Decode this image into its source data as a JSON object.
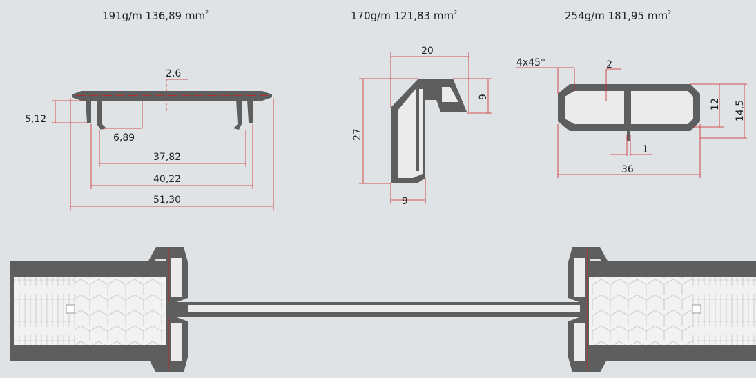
{
  "colors": {
    "background": "#dfe3e6",
    "profile": "#5e5e5e",
    "profile_light": "#ebebeb",
    "dimension": "#cc2222",
    "text": "#222222"
  },
  "profiles": [
    {
      "weight": "191g/m",
      "area_value": "136,89 mm",
      "area_sup": "2"
    },
    {
      "weight": "170g/m",
      "area_value": "121,83 mm",
      "area_sup": "2"
    },
    {
      "weight": "254g/m",
      "area_value": "181,95 mm",
      "area_sup": "2"
    }
  ],
  "dimensions": {
    "clip": {
      "thickness": "2,6",
      "height": "5,12",
      "inset": "6,89",
      "inner": "37,82",
      "middle": "40,22",
      "overall": "51,30"
    },
    "angle": {
      "width": "20",
      "flange": "9",
      "height": "27",
      "leg": "9"
    },
    "tube": {
      "chamfer": "4x45°",
      "wall": "2",
      "inner_height": "12",
      "outer_height": "14,5",
      "rib": "1",
      "width": "36"
    }
  }
}
